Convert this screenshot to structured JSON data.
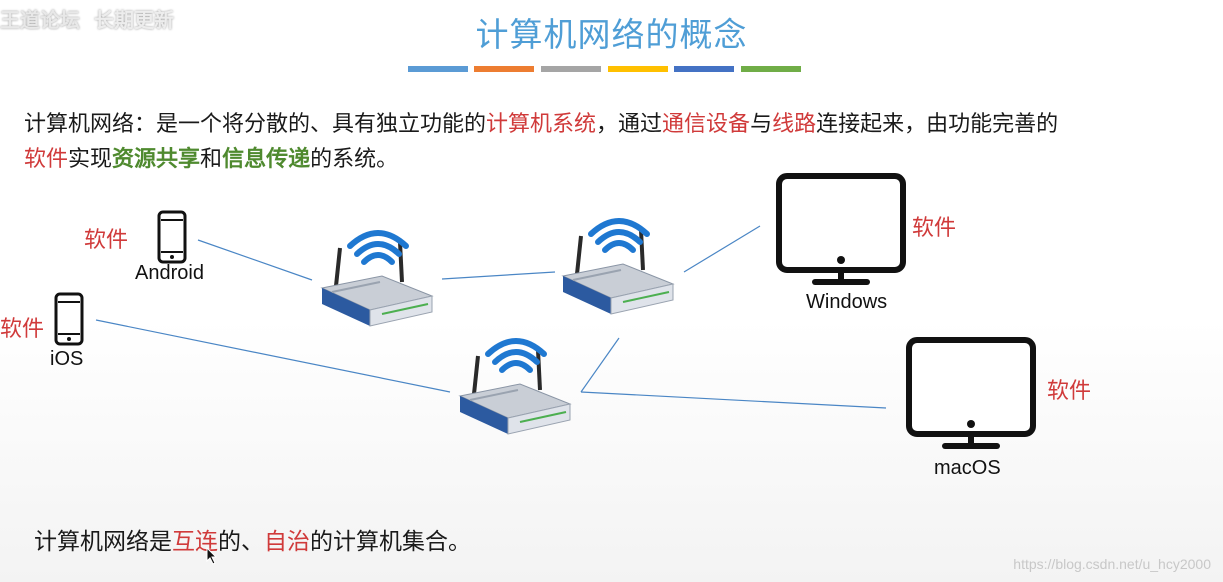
{
  "watermark": {
    "top_left_1": "王道论坛",
    "top_left_2": "长期更新",
    "footer": "https://blog.csdn.net/u_hcy2000"
  },
  "title": "计算机网络的概念",
  "title_bar_colors": [
    "#5b9bd5",
    "#ed7d31",
    "#a5a5a5",
    "#ffc000",
    "#4472c4",
    "#70ad47"
  ],
  "definition": {
    "p1": "计算机网络：是一个将分散的、具有独立功能的",
    "hl1": "计算机系统",
    "p2": "，通过",
    "hl2": "通信设备",
    "p3": "与",
    "hl3": "线路",
    "p4": "连接起来，由功能完善的",
    "hl4": "软件",
    "p5": "实现",
    "hl5": "资源共享",
    "p6": "和",
    "hl6": "信息传递",
    "p7": "的系统。"
  },
  "devices": {
    "android": {
      "label": "Android",
      "software": "软件"
    },
    "ios": {
      "label": "iOS",
      "software": "软件"
    },
    "windows": {
      "label": "Windows",
      "software": "软件"
    },
    "macos": {
      "label": "macOS",
      "software": "软件"
    }
  },
  "conclusion": {
    "p1": "计算机网络是",
    "hl1": "互连",
    "p2": "的、",
    "hl2": "自治",
    "p3": "的计算机集合。"
  }
}
